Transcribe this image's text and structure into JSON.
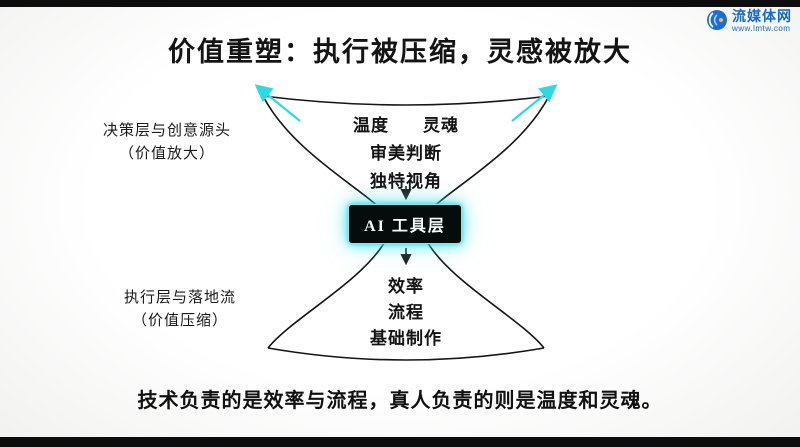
{
  "page": {
    "title": "价值重塑：执行被压缩，灵感被放大",
    "caption": "技术负责的是效率与流程，真人负责的则是温度和灵魂。"
  },
  "logo": {
    "name": "流媒体网",
    "url": "www.lmtw.com"
  },
  "diagram": {
    "top_funnel": {
      "word1": "温度",
      "word2": "灵魂",
      "line2": "审美判断",
      "line3": "独特视角"
    },
    "center_box": {
      "label": "AI 工具层"
    },
    "bottom_funnel": {
      "line1": "效率",
      "line2": "流程",
      "line3": "基础制作"
    },
    "label_top": {
      "line1": "决策层与创意源头",
      "line2": "（价值放大）"
    },
    "label_bottom": {
      "line1": "执行层与落地流",
      "line2": "（价值压缩）"
    },
    "colors": {
      "accent": "#2adbe6",
      "line": "#161616",
      "box_bg": "#060b0c"
    }
  }
}
